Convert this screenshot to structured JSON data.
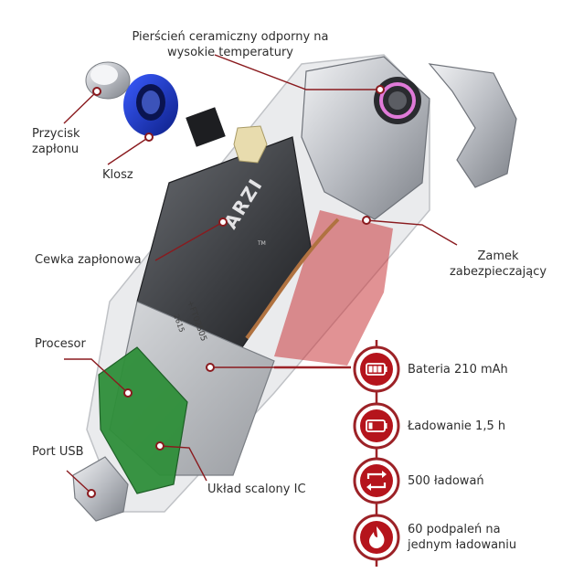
{
  "labels": {
    "ring": [
      "Pierścień ceramiczny odporny na",
      "wysokie temperatury"
    ],
    "button": [
      "Przycisk",
      "zapłonu"
    ],
    "cover": "Klosz",
    "coil": "Cewka zapłonowa",
    "lock": [
      "Zamek",
      "zabezpieczający"
    ],
    "cpu": "Procesor",
    "usb": "Port USB",
    "ic": "Układ scalony IC"
  },
  "features": [
    {
      "icon": "battery-full-icon",
      "text": [
        "Bateria 210 mAh"
      ]
    },
    {
      "icon": "battery-low-icon",
      "text": [
        "Ładowanie 1,5 h"
      ]
    },
    {
      "icon": "recycle-icon",
      "text": [
        "500 ładowań"
      ]
    },
    {
      "icon": "flame-icon",
      "text": [
        "60 podpaleń na",
        "jednym ładowaniu"
      ]
    }
  ],
  "device": {
    "brand": "ARZI",
    "tm": "TM",
    "battery_code": [
      "+FT02S05",
      "2615"
    ]
  },
  "colors": {
    "accent": "#b5141c",
    "line": "#8a1a1e",
    "metal": "#c9ccd1",
    "dark": "#3a3c40",
    "blue": "#1f3cc0"
  }
}
